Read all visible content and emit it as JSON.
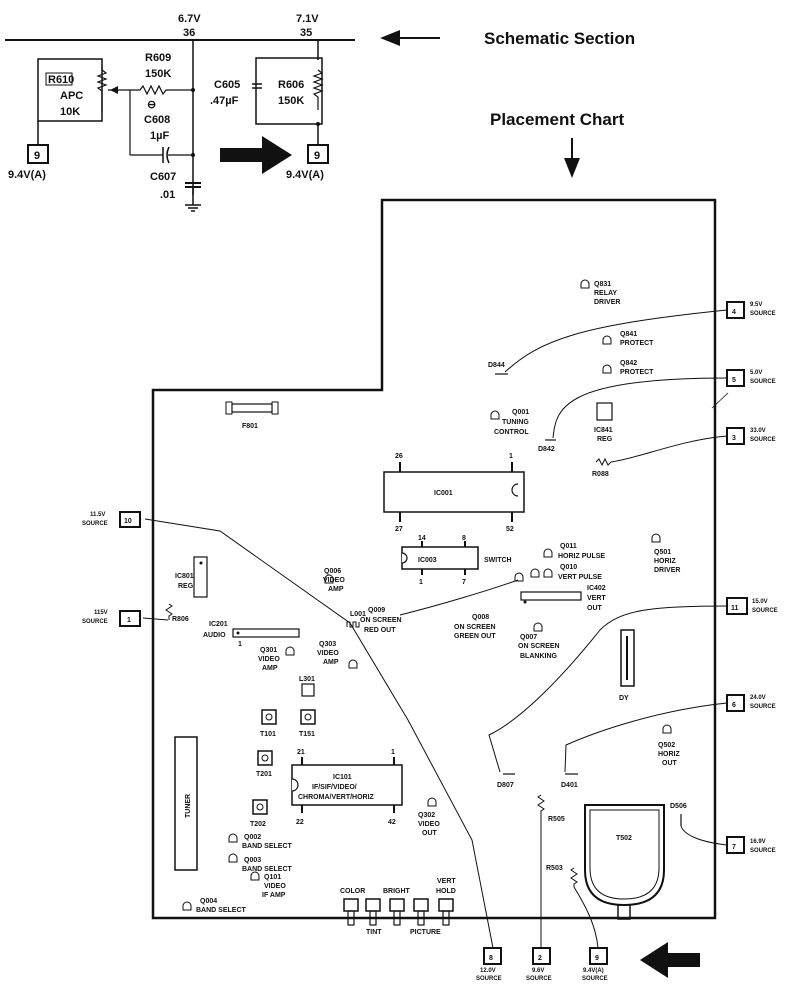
{
  "schematic": {
    "rail_left": "6.7V",
    "rail_right": "7.1V",
    "pin_left": "36",
    "pin_right": "35",
    "r610_name": "R610",
    "r610_func": "APC",
    "r610_value": "10K",
    "r609_name": "R609",
    "r609_value": "150K",
    "c608_polarity": "⊖",
    "c608_name": "C608",
    "c608_value": "1µF",
    "c605_name": "C605",
    "c605_value": ".47µF",
    "r606_name": "R606",
    "r606_value": "150K",
    "c607_name": "C607",
    "c607_value": ".01",
    "pin9_left": "9",
    "pin9_left_label": "9.4V(A)",
    "pin9_right": "9",
    "pin9_right_label": "9.4V(A)"
  },
  "labels": {
    "schematic_section": "Schematic Section",
    "placement_chart": "Placement Chart"
  },
  "components": {
    "q831": "Q831",
    "q831_d1": "RELAY",
    "q831_d2": "DRIVER",
    "q841": "Q841",
    "q841_d": "PROTECT",
    "q842": "Q842",
    "q842_d": "PROTECT",
    "d844": "D844",
    "q001": "Q001",
    "q001_d1": "TUNING",
    "q001_d2": "CONTROL",
    "d842": "D842",
    "ic841": "IC841",
    "ic841_d": "REG",
    "r088": "R088",
    "f801": "F801",
    "ic001": "IC001",
    "ic001_p26": "26",
    "ic001_p1": "1",
    "ic001_p27": "27",
    "ic001_p52": "52",
    "ic003": "IC003",
    "ic003_d": "SWITCH",
    "ic003_p14": "14",
    "ic003_p8": "8",
    "ic003_p1": "1",
    "ic003_p7": "7",
    "q011": "Q011",
    "q011_d": "HORIZ PULSE",
    "q010": "Q010",
    "q010_d": "VERT PULSE",
    "q501": "Q501",
    "q501_d1": "HORIZ",
    "q501_d2": "DRIVER",
    "ic402": "IC402",
    "ic402_d1": "VERT",
    "ic402_d2": "OUT",
    "ic801": "IC801",
    "ic801_d": "REG",
    "q006": "Q006",
    "q006_d1": "VIDEO",
    "q006_d2": "AMP",
    "q009": "Q009",
    "q009_d1": "ON SCREEN",
    "q009_d2": "RED OUT",
    "q008": "Q008",
    "q008_d1": "ON SCREEN",
    "q008_d2": "GREEN OUT",
    "q007": "Q007",
    "q007_d1": "ON SCREEN",
    "q007_d2": "BLANKING",
    "l001": "L001",
    "r806": "R806",
    "ic201": "IC201",
    "ic201_d": "AUDIO",
    "ic201_p1": "1",
    "q301": "Q301",
    "q301_d1": "VIDEO",
    "q301_d2": "AMP",
    "q303": "Q303",
    "q303_d1": "VIDEO",
    "q303_d2": "AMP",
    "l301": "L301",
    "dy": "DY",
    "t101": "T101",
    "t151": "T151",
    "t201": "T201",
    "ic101": "IC101",
    "ic101_d1": "IF/SIF/VIDEO/",
    "ic101_d2": "CHROMA/VERT/HORIZ",
    "ic101_p21": "21",
    "ic101_p1": "1",
    "ic101_p22": "22",
    "ic101_p42": "42",
    "q302": "Q302",
    "q302_d1": "VIDEO",
    "q302_d2": "OUT",
    "d807": "D807",
    "d401": "D401",
    "q502": "Q502",
    "q502_d1": "HORIZ",
    "q502_d2": "OUT",
    "tuner": "TUNER",
    "t202": "T202",
    "q002": "Q002",
    "q002_d": "BAND SELECT",
    "q003": "Q003",
    "q003_d": "BAND SELECT",
    "q101": "Q101",
    "q101_d1": "VIDEO",
    "q101_d2": "IF AMP",
    "q004": "Q004",
    "q004_d": "BAND SELECT",
    "r505": "R505",
    "r503": "R503",
    "t502": "T502",
    "d506": "D506",
    "ctl_color": "COLOR",
    "ctl_bright": "BRIGHT",
    "ctl_vert1": "VERT",
    "ctl_vert2": "HOLD",
    "ctl_tint": "TINT",
    "ctl_picture": "PICTURE"
  },
  "sources": {
    "s4_num": "4",
    "s4_v": "9.5V",
    "s4_l": "SOURCE",
    "s5_num": "5",
    "s5_v": "5.0V",
    "s5_l": "SOURCE",
    "s3_num": "3",
    "s3_v": "33.0V",
    "s3_l": "SOURCE",
    "s10_num": "10",
    "s10_v": "11.5V",
    "s10_l": "SOURCE",
    "s1_num": "1",
    "s1_v": "115V",
    "s1_l": "SOURCE",
    "s11_num": "11",
    "s11_v": "15.0V",
    "s11_l": "SOURCE",
    "s6_num": "6",
    "s6_v": "24.0V",
    "s6_l": "SOURCE",
    "s7_num": "7",
    "s7_v": "16.9V",
    "s7_l": "SOURCE",
    "s8_num": "8",
    "s8_v": "12.0V",
    "s8_l": "SOURCE",
    "s2_num": "2",
    "s2_v": "9.6V",
    "s2_l": "SOURCE",
    "s9_num": "9",
    "s9_v": "9.4V(A)",
    "s9_l": "SOURCE"
  }
}
